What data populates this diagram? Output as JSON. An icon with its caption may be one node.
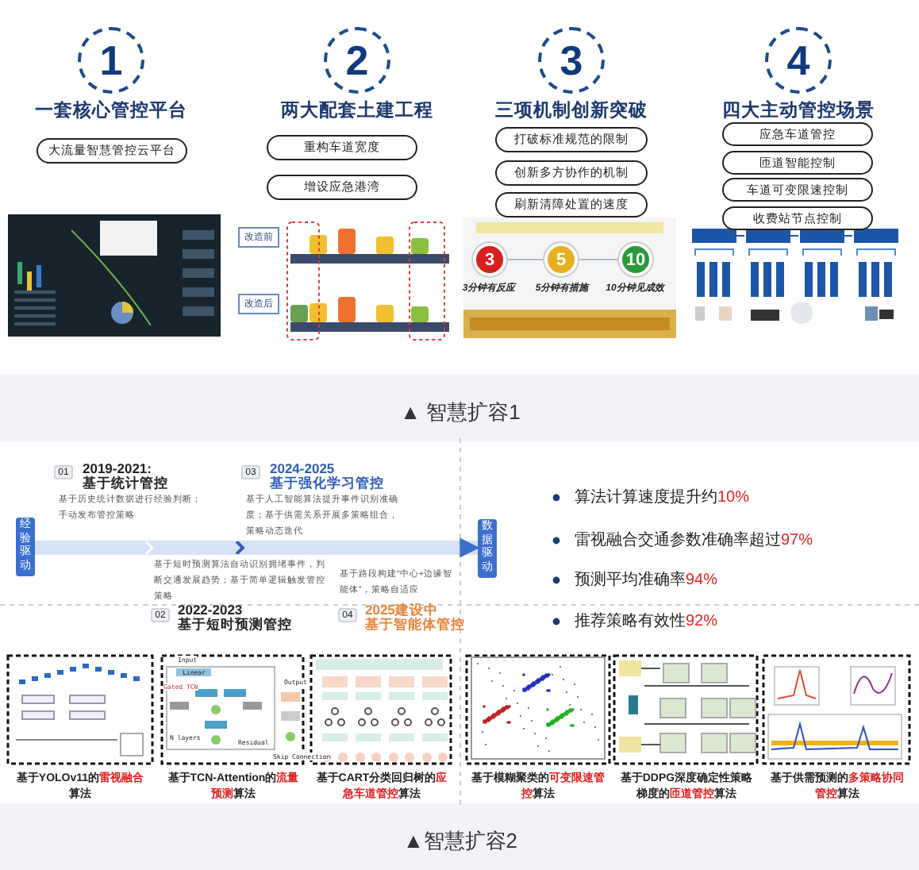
{
  "diagram": {
    "nodes": [
      {
        "text": [
          "1"
        ],
        "beside": [
          "一套核心管控平台"
        ]
      },
      {
        "text": [
          "2"
        ],
        "beside": [
          "两大配套土建工程"
        ]
      },
      {
        "text": [
          "3"
        ],
        "beside": [
          "三项机制创新突破"
        ]
      },
      {
        "text": [
          "4"
        ],
        "beside": [
          "四大主动管控场景"
        ]
      },
      {
        "text": [
          "大流量智慧管控云平台"
        ]
      },
      {
        "text": [
          "重构车道宽度"
        ]
      },
      {
        "text": [
          "增设应急港湾"
        ]
      },
      {
        "text": [
          "打破标准规范的限制"
        ]
      },
      {
        "text": [
          "创新多方协作的机制"
        ]
      },
      {
        "text": [
          "刷新清障处置的速度"
        ]
      },
      {
        "text": [
          "应急车道管控"
        ]
      },
      {
        "text": [
          "匝道智能控制"
        ]
      },
      {
        "text": [
          "车道可变限速控制"
        ]
      },
      {
        "text": [
          "收费站节点控制"
        ]
      },
      {
        "text": [
          "经验驱动"
        ]
      },
      {
        "text": [
          "数据驱动"
        ]
      },
      {
        "text": [
          "3"
        ],
        "beside": [
          "3分钟有反应"
        ]
      },
      {
        "text": [
          "5"
        ],
        "beside": [
          "5分钟有措施"
        ]
      },
      {
        "text": [
          "10"
        ],
        "beside": [
          "10分钟见成效"
        ]
      },
      {
        "text": [
          "01"
        ],
        "beside": [
          "2019-2021:",
          "基于统计管控",
          "基于历史统计数据进行经验判断；手动发布管控策略"
        ]
      },
      {
        "text": [
          "03"
        ],
        "beside": [
          "2024-2025",
          "基于强化学习管控",
          "基于人工智能算法提升事件识别准确度；基于供需关系开展多策略组合，策略动态迭代"
        ]
      },
      {
        "text": [
          "02"
        ],
        "beside": [
          "2022-2023",
          "基于短时预测管控",
          "基于短时预测算法自动识别拥堵事件，判断交通发展趋势；基于简单逻辑触发管控策略"
        ]
      },
      {
        "text": [
          "04"
        ],
        "beside": [
          "2025建设中",
          "基于智能体管控",
          "基于路段构建“中心+边缘智能体”，策略自适应"
        ]
      }
    ],
    "edges": [
      {
        "from": 14,
        "to": 15,
        "arrow": "to",
        "style": "thick",
        "color": "#d6e2f6"
      },
      {
        "from": 16,
        "to": 17,
        "arrow": "none"
      },
      {
        "from": 17,
        "to": 18,
        "arrow": "none"
      }
    ],
    "labels": [
      "改造前",
      "改造后",
      "▲ 智慧扩容1",
      "算法计算速度提升约**10%**",
      "雷视融合交通参数准确率超过**97%**",
      "预测平均准确率**94%**",
      "推荐策略有效性**92%**",
      "Input",
      "Linear",
      "Gated TCN",
      "N layers",
      "Residual",
      "Output",
      "Skip Connection",
      "基于YOLOv11的**雷视融合**算法",
      "基于TCN-Attention的**流量预测**算法",
      "基于CART分类回归树的**应急车道管控**算法",
      "基于模糊聚类的**可变限速管控**算法",
      "基于DDPG深度确定性策略梯度的**匝道管控**算法",
      "基于供需预测的**多策略协同管控**算法",
      "▲智慧扩容2"
    ]
  }
}
